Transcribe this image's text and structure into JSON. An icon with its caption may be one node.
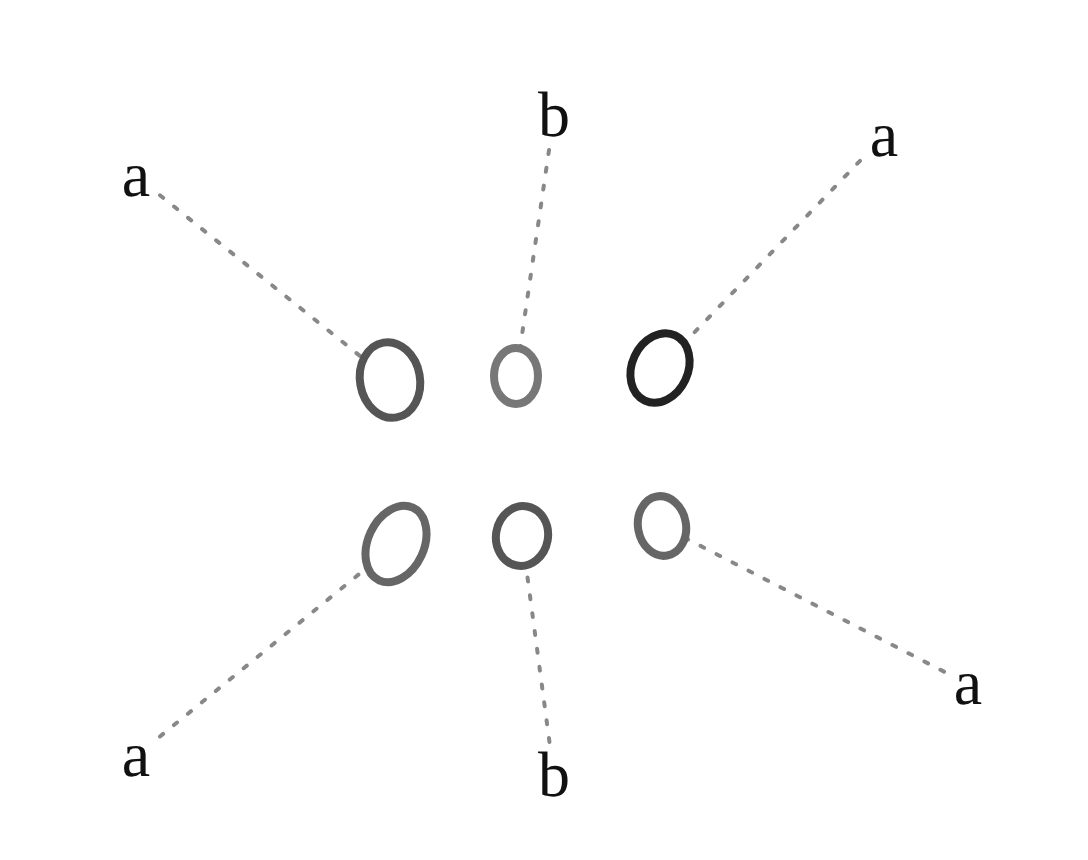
{
  "diagram": {
    "nodes": [
      {
        "text": [
          "a"
        ]
      },
      {
        "text": [
          "b"
        ]
      },
      {
        "text": [
          "a"
        ]
      },
      {
        "text": [],
        "shape": "circle"
      },
      {
        "text": [],
        "shape": "circle"
      },
      {
        "text": [],
        "shape": "circle"
      },
      {
        "text": [],
        "shape": "circle"
      },
      {
        "text": [],
        "shape": "circle"
      },
      {
        "text": [],
        "shape": "circle"
      },
      {
        "text": [
          "a"
        ]
      },
      {
        "text": [
          "b"
        ]
      },
      {
        "text": [
          "a"
        ]
      }
    ],
    "edges": [
      {
        "from": 0,
        "to": 3,
        "arrow": "none",
        "style": "dashed"
      },
      {
        "from": 1,
        "to": 4,
        "arrow": "none",
        "style": "dashed"
      },
      {
        "from": 2,
        "to": 5,
        "arrow": "none",
        "style": "dashed"
      },
      {
        "from": 9,
        "to": 6,
        "arrow": "none",
        "style": "dashed"
      },
      {
        "from": 10,
        "to": 7,
        "arrow": "none",
        "style": "dashed"
      },
      {
        "from": 11,
        "to": 8,
        "arrow": "none",
        "style": "dashed"
      }
    ]
  }
}
